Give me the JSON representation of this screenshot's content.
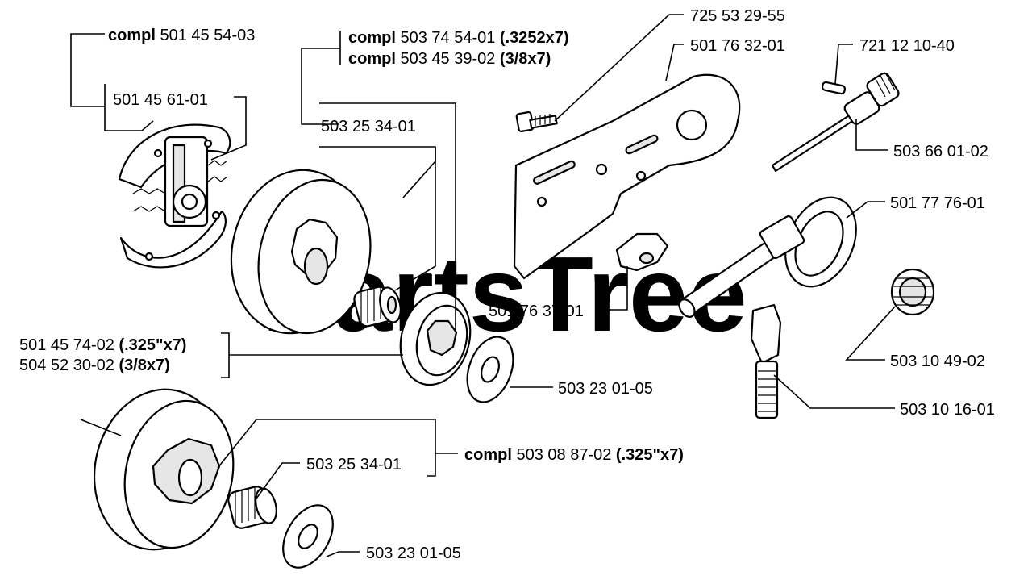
{
  "watermark": "PartsTree",
  "labels": {
    "clutch_compl_prefix": "compl",
    "clutch_compl_num": "501 45 54-03",
    "clutch_shoe": "501 45 61-01",
    "drum_compl_1_prefix": "compl",
    "drum_compl_1_num": "503 74 54-01",
    "drum_compl_1_spec": "(.3252x7)",
    "drum_compl_2_prefix": "compl",
    "drum_compl_2_num": "503 45 39-02",
    "drum_compl_2_spec": "(3/8x7)",
    "needle_bearing_1": "503 25 34-01",
    "screw": "725 53 29-55",
    "bar_plate": "501 76 32-01",
    "pin": "721 12 10-40",
    "tensioner_screw": "503 66 01-02",
    "worm_gear": "501 77 76-01",
    "nut": "501 76 37-01",
    "sprocket_1_num": "501 45 74-02",
    "sprocket_1_spec": "(.325\"x7)",
    "sprocket_2_num": "504 52 30-02",
    "sprocket_2_spec": "(3/8x7)",
    "washer_1": "503 23 01-05",
    "seal": "503 10 49-02",
    "oil_pump_hose": "503 10 16-01",
    "drum_compl_3_prefix": "compl",
    "drum_compl_3_num": "503 08 87-02",
    "drum_compl_3_spec": "(.325\"x7)",
    "needle_bearing_2": "503 25 34-01",
    "washer_2": "503 23 01-05"
  }
}
